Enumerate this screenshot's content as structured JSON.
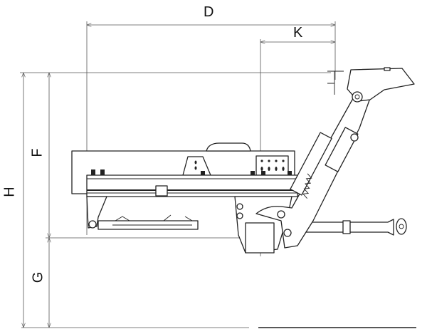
{
  "labels": {
    "D": "D",
    "K": "K",
    "H": "H",
    "F": "F",
    "G": "G"
  },
  "colors": {
    "line": "#222222",
    "dimension": "#555555"
  }
}
